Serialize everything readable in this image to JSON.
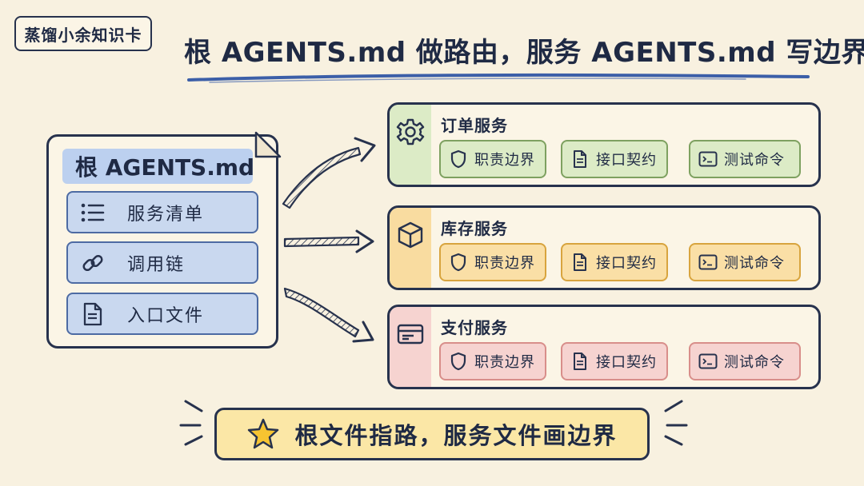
{
  "brand": "蒸馏小余知识卡",
  "title": "根 AGENTS.md 做路由，服务 AGENTS.md 写边界",
  "root_doc": {
    "title": "根 AGENTS.md",
    "items": [
      {
        "label": "服务清单",
        "icon": "list-icon"
      },
      {
        "label": "调用链",
        "icon": "link-icon"
      },
      {
        "label": "入口文件",
        "icon": "file-icon"
      }
    ]
  },
  "services": [
    {
      "name": "订单服务",
      "icon": "gear-icon",
      "colors": {
        "strip": "#dcebc6",
        "chip_bg": "#dcebc6",
        "chip_border": "#7ea160"
      },
      "chips": [
        {
          "label": "职责边界",
          "icon": "shield-icon"
        },
        {
          "label": "接口契约",
          "icon": "document-icon"
        },
        {
          "label": "测试命令",
          "icon": "terminal-icon"
        }
      ]
    },
    {
      "name": "库存服务",
      "icon": "box-icon",
      "colors": {
        "strip": "#f9dca0",
        "chip_bg": "#fadfa6",
        "chip_border": "#d8a43e"
      },
      "chips": [
        {
          "label": "职责边界",
          "icon": "shield-icon"
        },
        {
          "label": "接口契约",
          "icon": "document-icon"
        },
        {
          "label": "测试命令",
          "icon": "terminal-icon"
        }
      ]
    },
    {
      "name": "支付服务",
      "icon": "card-icon",
      "colors": {
        "strip": "#f6d3d0",
        "chip_bg": "#f6d3d0",
        "chip_border": "#d88e8a"
      },
      "chips": [
        {
          "label": "职责边界",
          "icon": "shield-icon"
        },
        {
          "label": "接口契约",
          "icon": "document-icon"
        },
        {
          "label": "测试命令",
          "icon": "terminal-icon"
        }
      ]
    }
  ],
  "bottom_note": "根文件指路，服务文件画边界",
  "colors": {
    "background": "#f8f1e0",
    "ink": "#27324d",
    "accent_underline": "#3c5fa8",
    "note_bg": "#fbe7a6"
  }
}
